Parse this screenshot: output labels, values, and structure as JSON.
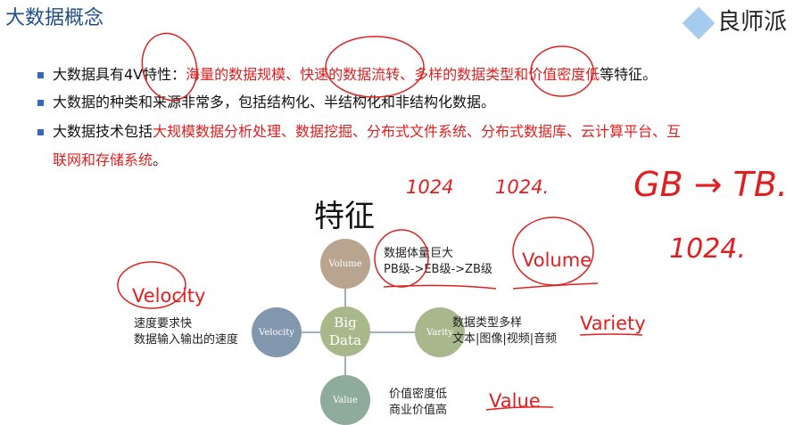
{
  "title": "大数据概念",
  "logo": "良师派",
  "bullets": [
    {
      "prefix": "大数据具有4V特性：",
      "highlight": "海量的数据规模、快速的数据流转、多样的数据类型和价值密度低",
      "suffix": "等特征。"
    },
    {
      "text": "大数据的种类和来源非常多，包括结构化、半结构化和非结构化数据。"
    },
    {
      "prefix": "大数据技术包括",
      "highlight": "大规模数据分析处理、数据挖掘、分布式文件系统、分布式数据库、云计算平台、互",
      "highlight2": "联网和存储系统",
      "suffix": "。"
    }
  ],
  "diagram": {
    "heading": "特征",
    "center": {
      "line1": "Big",
      "line2": "Data"
    },
    "nodes": {
      "volume": "Volume",
      "velocity": "Velocity",
      "varity": "Varity",
      "value": "Value"
    },
    "desc": {
      "volume": [
        "数据体量巨大",
        "PB级->EB级->ZB级"
      ],
      "velocity": [
        "速度要求快",
        "数据输入输出的速度"
      ],
      "varity": [
        "数据类型多样",
        "文本|图像|视频|音频"
      ],
      "value": [
        "价值密度低",
        "商业价值高"
      ]
    },
    "colors": {
      "volume": "#b8a48f",
      "center": "#a9b88a",
      "velocity": "#8197ad",
      "varity": "#a8b78c",
      "value": "#8eab9c"
    }
  },
  "annotations": {
    "velocity": "Velocity",
    "volume": "Volume",
    "variety": "Variety",
    "value": "Value",
    "n1": "1024",
    "n2": "1024.",
    "n3": "1024.",
    "gbtb": "GB → TB."
  }
}
